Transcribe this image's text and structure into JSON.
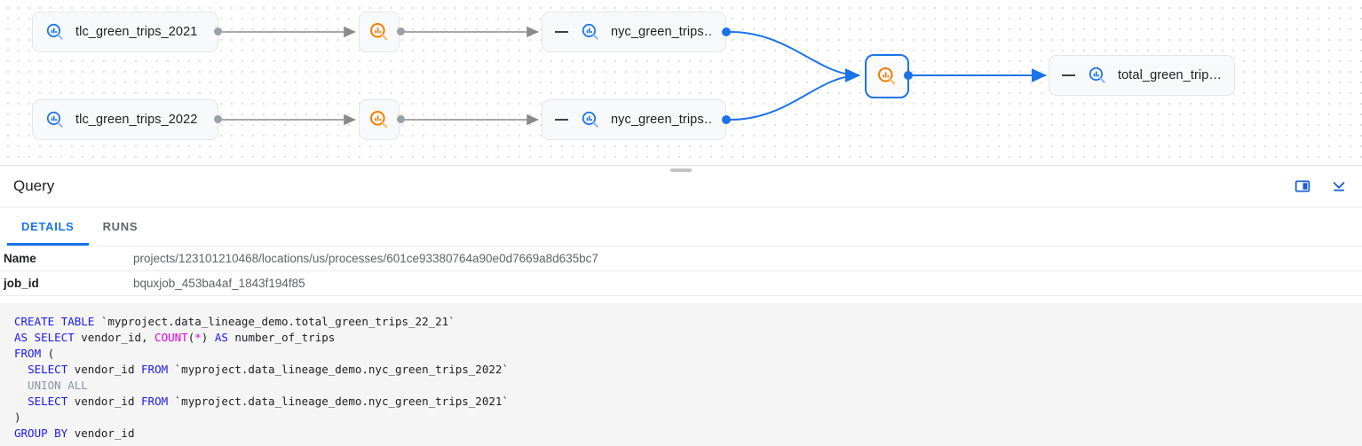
{
  "graph": {
    "nodes": [
      {
        "id": "tlc2021",
        "label": "tlc_green_trips_2021",
        "icon": "bigquery-table-icon",
        "type": "table"
      },
      {
        "id": "tlc2022",
        "label": "tlc_green_trips_2022",
        "icon": "bigquery-table-icon",
        "type": "table"
      },
      {
        "id": "proc1",
        "label": "",
        "icon": "lineage-process-icon",
        "type": "process"
      },
      {
        "id": "proc2",
        "label": "",
        "icon": "lineage-process-icon",
        "type": "process"
      },
      {
        "id": "nyc2021",
        "label": "nyc_green_trips…",
        "icon": "bigquery-table-icon",
        "type": "table",
        "collapse": "collapse-toggle"
      },
      {
        "id": "nyc2022",
        "label": "nyc_green_trips…",
        "icon": "bigquery-table-icon",
        "type": "table",
        "collapse": "collapse-toggle"
      },
      {
        "id": "procSel",
        "label": "",
        "icon": "lineage-process-icon",
        "type": "process",
        "selected": true
      },
      {
        "id": "total",
        "label": "total_green_trip…",
        "icon": "bigquery-table-icon",
        "type": "table",
        "collapse": "collapse-toggle"
      }
    ],
    "colors": {
      "edge_gray": "#8a8a8a",
      "edge_blue": "#1a73e8",
      "table_icon": "#1a73e8",
      "process_icon": "#f57c00",
      "selected_border": "#1a73e8"
    }
  },
  "panel": {
    "title": "Query",
    "icons": [
      {
        "name": "split-panel-icon"
      },
      {
        "name": "collapse-panel-icon"
      }
    ],
    "tabs": [
      {
        "label": "DETAILS",
        "active": true
      },
      {
        "label": "RUNS",
        "active": false
      }
    ],
    "details": [
      {
        "key": "Name",
        "value": "projects/123101210468/locations/us/processes/601ce93380764a90e0d7669a8d635bc7"
      },
      {
        "key": "job_id",
        "value": "bquxjob_453ba4af_1843f194f85"
      }
    ],
    "sql": {
      "line1_kw": "CREATE TABLE",
      "line1_rest": " `myproject.data_lineage_demo.total_green_trips_22_21`",
      "line2_kw1": "AS SELECT",
      "line2_mid": " vendor_id, ",
      "line2_fn": "COUNT",
      "line2_paren1": "(",
      "line2_star": "*",
      "line2_paren2": ") ",
      "line2_kw2": "AS",
      "line2_rest": " number_of_trips",
      "line3_kw": "FROM",
      "line3_rest": " (",
      "line4_indent": "  ",
      "line4_kw1": "SELECT",
      "line4_mid": " vendor_id ",
      "line4_kw2": "FROM",
      "line4_rest": " `myproject.data_lineage_demo.nyc_green_trips_2022`",
      "line5": "  UNION ALL",
      "line6_indent": "  ",
      "line6_kw1": "SELECT",
      "line6_mid": " vendor_id ",
      "line6_kw2": "FROM",
      "line6_rest": " `myproject.data_lineage_demo.nyc_green_trips_2021`",
      "line7": ")",
      "line8_kw": "GROUP BY",
      "line8_rest": " vendor_id"
    }
  }
}
